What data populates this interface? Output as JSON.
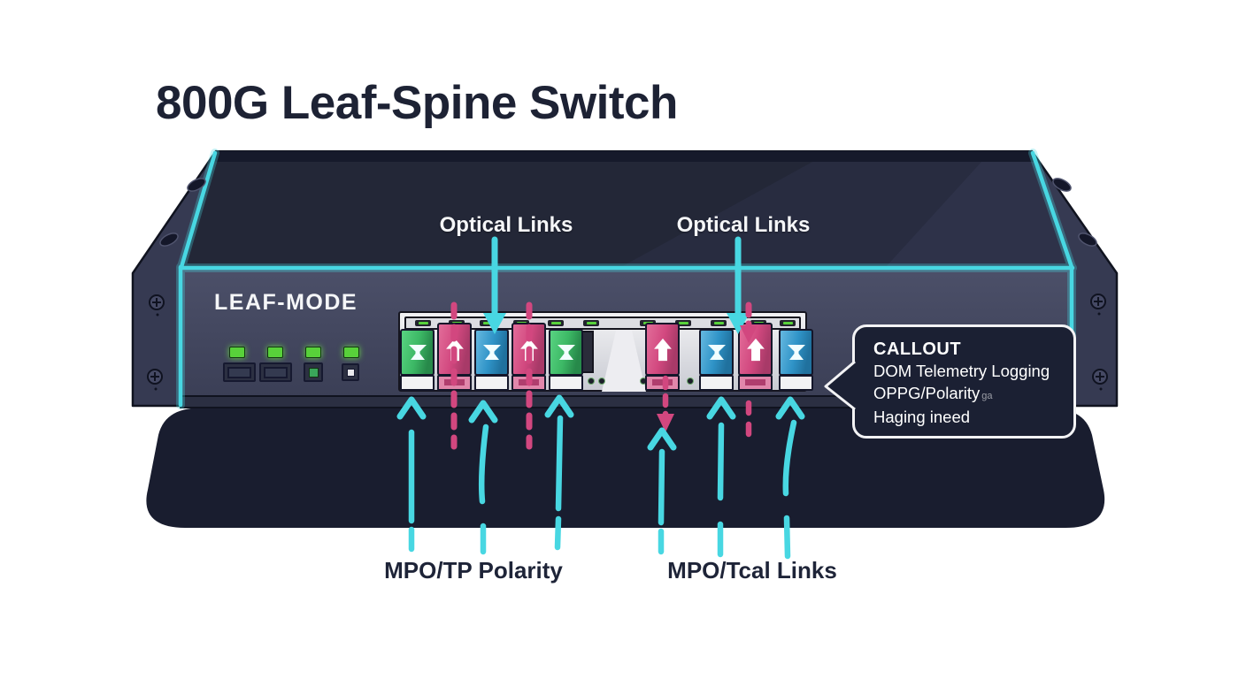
{
  "title": "800G Leaf-Spine Switch",
  "chassis": {
    "mode_label": "LEAF-MODE"
  },
  "labels": {
    "optical_links_left": "Optical Links",
    "optical_links_right": "Optical Links",
    "mpo_left": "MPO/TP Polarity",
    "mpo_right": "MPO/Tcal Links"
  },
  "callout": {
    "heading": "CALLOUT",
    "line1": "DOM Telemetry Logging",
    "line2": "OPPG/Polarity",
    "line2_suffix": "ga",
    "line3": "Haging ineed"
  },
  "modules": {
    "left": [
      {
        "color": "green",
        "icon": "hourglass-icon"
      },
      {
        "color": "pink",
        "icon": "arrow-up-icon"
      },
      {
        "color": "blue",
        "icon": "hourglass-icon"
      },
      {
        "color": "pink",
        "icon": "arrow-up-icon"
      },
      {
        "color": "green",
        "icon": "hourglass-icon"
      }
    ],
    "right": [
      {
        "color": "pink",
        "icon": "arrow-up-icon"
      },
      {
        "color": "blue",
        "icon": "hourglass-icon"
      },
      {
        "color": "pink",
        "icon": "arrow-up-icon"
      },
      {
        "color": "blue",
        "icon": "hourglass-icon"
      }
    ]
  },
  "counts": {
    "status_leds": 4,
    "panel_led_slots": 11
  },
  "colors": {
    "accent_cyan": "#48d7e2",
    "accent_pink": "#d2477f",
    "module_green": "#3cb865",
    "module_blue": "#2f93c7",
    "module_pink": "#d2487f",
    "led_green": "#58d13a",
    "chassis_top": "#232737",
    "chassis_face": "#454962",
    "chassis_ear": "#363a52",
    "shadow": "#191d2f",
    "callout_bg": "#1b2033",
    "title_text": "#1d2234",
    "label_dark": "#1e2438",
    "label_light": "#f5f6f8"
  }
}
